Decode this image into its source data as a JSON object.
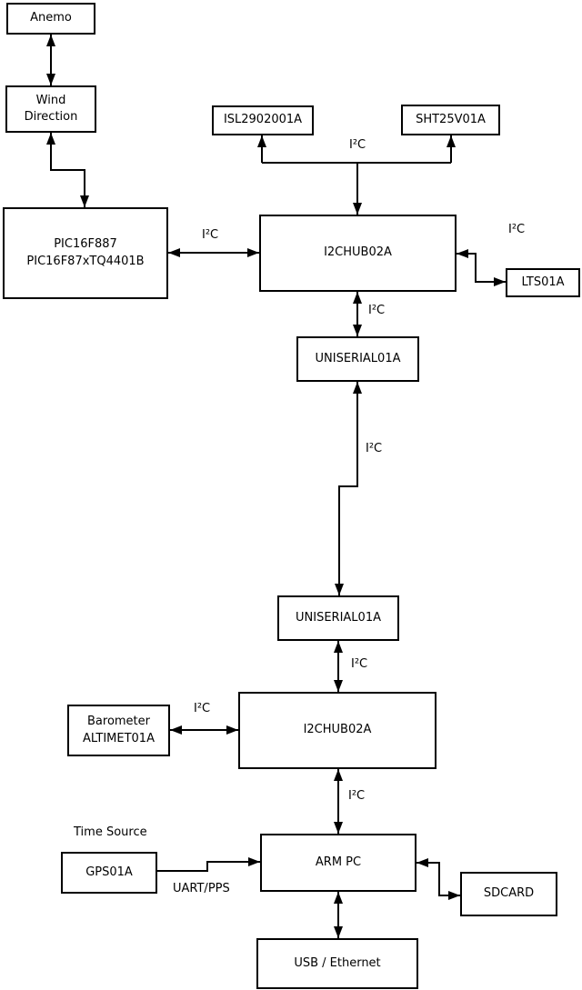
{
  "nodes": {
    "anemo": {
      "label": "Anemo"
    },
    "wind_direction": {
      "line1": "Wind",
      "line2": "Direction"
    },
    "pic": {
      "line1": "PIC16F887",
      "line2": "PIC16F87xTQ4401B"
    },
    "isl": {
      "label": "ISL2902001A"
    },
    "sht": {
      "label": "SHT25V01A"
    },
    "hub1": {
      "label": "I2CHUB02A"
    },
    "lts": {
      "label": "LTS01A"
    },
    "uniserial1": {
      "label": "UNISERIAL01A"
    },
    "uniserial2": {
      "label": "UNISERIAL01A"
    },
    "barometer": {
      "line1": "Barometer",
      "line2": "ALTIMET01A"
    },
    "hub2": {
      "label": "I2CHUB02A"
    },
    "gps": {
      "label": "GPS01A"
    },
    "arm_pc": {
      "label": "ARM PC"
    },
    "sdcard": {
      "label": "SDCARD"
    },
    "usb_ethernet": {
      "label": "USB / Ethernet"
    }
  },
  "edge_labels": {
    "pic_hub1": "I²C",
    "hub1_sensors": "I²C",
    "hub1_lts": "I²C",
    "hub1_uniserial1": "I²C",
    "uniserial1_uniserial2": "I²C",
    "uniserial2_hub2": "I²C",
    "barometer_hub2": "I²C",
    "hub2_armpc": "I²C",
    "gps_armpc": "UART/PPS",
    "time_source": "Time Source"
  },
  "colors": {
    "stroke": "#000000",
    "background": "#ffffff",
    "text": "#000000"
  }
}
